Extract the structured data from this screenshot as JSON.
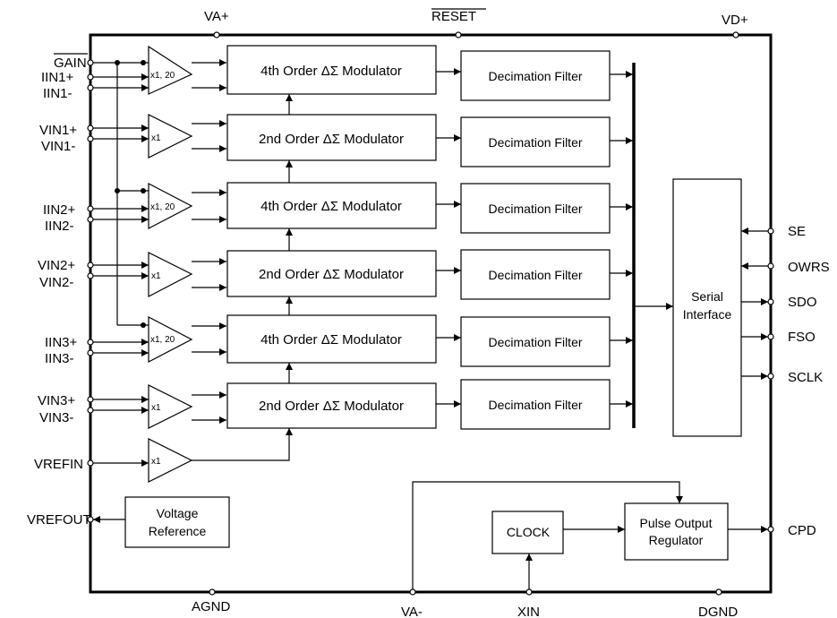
{
  "top_pins": {
    "va_plus": "VA+",
    "reset": "RESET",
    "vd_plus": "VD+"
  },
  "bottom_pins": {
    "agnd": "AGND",
    "va_minus": "VA-",
    "xin": "XIN",
    "dgnd": "DGND"
  },
  "left_pins": {
    "gain": "GAIN",
    "iin1p": "IIN1+",
    "iin1m": "IIN1-",
    "vin1p": "VIN1+",
    "vin1m": "VIN1-",
    "iin2p": "IIN2+",
    "iin2m": "IIN2-",
    "vin2p": "VIN2+",
    "vin2m": "VIN2-",
    "iin3p": "IIN3+",
    "iin3m": "IIN3-",
    "vin3p": "VIN3+",
    "vin3m": "VIN3-",
    "vrefin": "VREFIN",
    "vrefout": "VREFOUT"
  },
  "right_pins": {
    "se": "SE",
    "owrs": "OWRS",
    "sdo": "SDO",
    "fso": "FSO",
    "sclk": "SCLK",
    "cpd": "CPD"
  },
  "amplifiers": {
    "gain_amp": "x1, 20",
    "unity_amp": "x1"
  },
  "modulators": [
    {
      "order": "4th Order",
      "symbol": "ΔΣ",
      "suffix": "Modulator"
    },
    {
      "order": "2nd Order",
      "symbol": "ΔΣ",
      "suffix": "Modulator"
    },
    {
      "order": "4th Order",
      "symbol": "ΔΣ",
      "suffix": "Modulator"
    },
    {
      "order": "2nd Order",
      "symbol": "ΔΣ",
      "suffix": "Modulator"
    },
    {
      "order": "4th Order",
      "symbol": "ΔΣ",
      "suffix": "Modulator"
    },
    {
      "order": "2nd Order",
      "symbol": "ΔΣ",
      "suffix": "Modulator"
    }
  ],
  "filter_label": "Decimation Filter",
  "serial_interface": {
    "line1": "Serial",
    "line2": "Interface"
  },
  "voltage_reference": {
    "line1": "Voltage",
    "line2": "Reference"
  },
  "clock_label": "CLOCK",
  "pulse_regulator": {
    "line1": "Pulse Output",
    "line2": "Regulator"
  }
}
